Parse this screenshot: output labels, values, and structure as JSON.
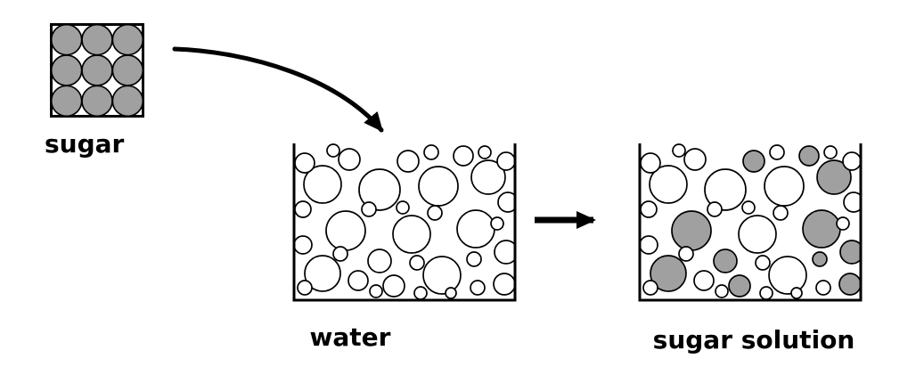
{
  "diagram": {
    "labels": {
      "sugar": "sugar",
      "water": "water",
      "solution": "sugar solution"
    },
    "colors": {
      "particle_gray": "#a0a0a0",
      "particle_white": "#ffffff",
      "outline": "#000000",
      "background": "#ffffff"
    },
    "sugar_box": {
      "rows": 3,
      "cols": 3,
      "radius": 17
    },
    "water_beaker": {
      "particles": [
        [
          32,
          44,
          21
        ],
        [
          96,
          50,
          23
        ],
        [
          162,
          46,
          22
        ],
        [
          218,
          36,
          19
        ],
        [
          58,
          96,
          22
        ],
        [
          132,
          100,
          21
        ],
        [
          204,
          94,
          21
        ],
        [
          32,
          144,
          20
        ],
        [
          166,
          146,
          21
        ],
        [
          12,
          20,
          11
        ],
        [
          62,
          16,
          12
        ],
        [
          128,
          18,
          12
        ],
        [
          190,
          12,
          11
        ],
        [
          238,
          18,
          10
        ],
        [
          240,
          64,
          11
        ],
        [
          10,
          72,
          9
        ],
        [
          96,
          130,
          13
        ],
        [
          238,
          120,
          13
        ],
        [
          10,
          112,
          10
        ],
        [
          72,
          152,
          11
        ],
        [
          112,
          158,
          12
        ],
        [
          236,
          156,
          12
        ],
        [
          44,
          6,
          7
        ],
        [
          154,
          8,
          8
        ],
        [
          214,
          8,
          7
        ],
        [
          84,
          72,
          8
        ],
        [
          122,
          70,
          7
        ],
        [
          158,
          76,
          8
        ],
        [
          228,
          88,
          7
        ],
        [
          52,
          122,
          8
        ],
        [
          138,
          132,
          8
        ],
        [
          202,
          128,
          8
        ],
        [
          92,
          164,
          7
        ],
        [
          142,
          166,
          7
        ],
        [
          206,
          160,
          8
        ],
        [
          12,
          160,
          8
        ],
        [
          176,
          166,
          6
        ]
      ]
    },
    "solution_beaker": {
      "particles": [
        [
          32,
          44,
          21,
          "w"
        ],
        [
          96,
          50,
          23,
          "w"
        ],
        [
          162,
          46,
          22,
          "w"
        ],
        [
          218,
          36,
          19,
          "g"
        ],
        [
          58,
          96,
          22,
          "g"
        ],
        [
          132,
          100,
          21,
          "w"
        ],
        [
          204,
          94,
          21,
          "g"
        ],
        [
          32,
          144,
          20,
          "g"
        ],
        [
          166,
          146,
          21,
          "w"
        ],
        [
          12,
          20,
          11,
          "w"
        ],
        [
          62,
          16,
          12,
          "w"
        ],
        [
          128,
          18,
          12,
          "g"
        ],
        [
          190,
          12,
          11,
          "g"
        ],
        [
          238,
          18,
          10,
          "w"
        ],
        [
          240,
          64,
          11,
          "w"
        ],
        [
          10,
          72,
          9,
          "w"
        ],
        [
          96,
          130,
          13,
          "g"
        ],
        [
          238,
          120,
          13,
          "g"
        ],
        [
          10,
          112,
          10,
          "w"
        ],
        [
          72,
          152,
          11,
          "w"
        ],
        [
          112,
          158,
          12,
          "g"
        ],
        [
          236,
          156,
          12,
          "g"
        ],
        [
          44,
          6,
          7,
          "w"
        ],
        [
          154,
          8,
          8,
          "w"
        ],
        [
          214,
          8,
          7,
          "w"
        ],
        [
          84,
          72,
          8,
          "w"
        ],
        [
          122,
          70,
          7,
          "w"
        ],
        [
          158,
          76,
          8,
          "w"
        ],
        [
          228,
          88,
          7,
          "w"
        ],
        [
          52,
          122,
          8,
          "w"
        ],
        [
          138,
          132,
          8,
          "w"
        ],
        [
          202,
          128,
          8,
          "g"
        ],
        [
          92,
          164,
          7,
          "w"
        ],
        [
          142,
          166,
          7,
          "w"
        ],
        [
          206,
          160,
          8,
          "w"
        ],
        [
          12,
          160,
          8,
          "w"
        ],
        [
          176,
          166,
          6,
          "w"
        ]
      ]
    }
  }
}
